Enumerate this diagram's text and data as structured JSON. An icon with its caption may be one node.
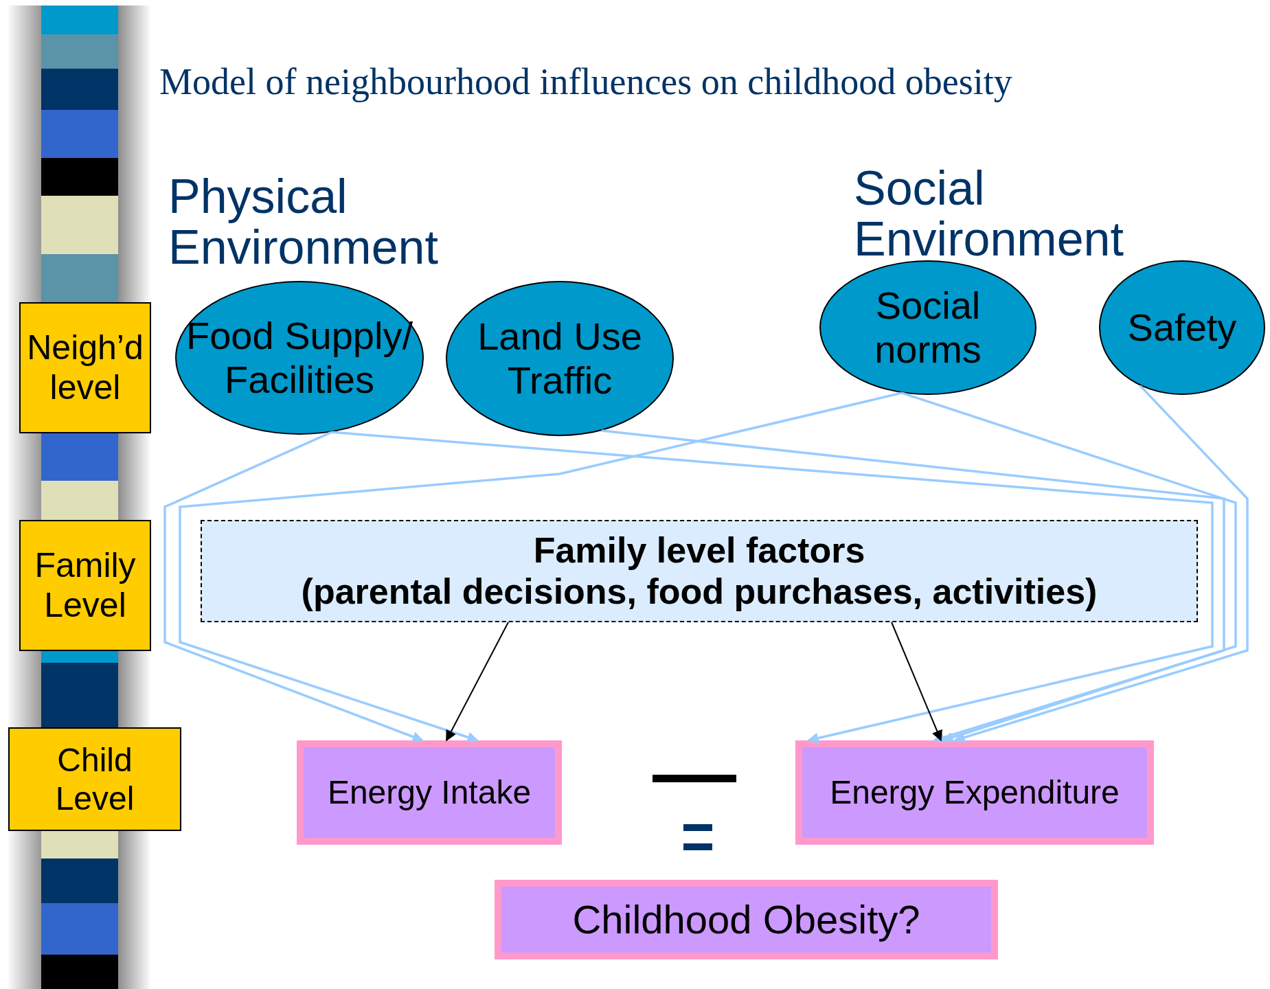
{
  "diagram": {
    "title": "Model of neighbourhood influences on childhood obesity",
    "nodes": [
      {
        "text": [
          "Neigh’d level"
        ]
      },
      {
        "text": [
          "Family Level"
        ]
      },
      {
        "text": [
          "Child Level"
        ]
      },
      {
        "text": [
          "Food Supply/ Facilities"
        ]
      },
      {
        "text": [
          "Land Use Traffic"
        ]
      },
      {
        "text": [
          "Social norms"
        ]
      },
      {
        "text": [
          "Safety"
        ]
      },
      {
        "text": [
          "Family level factors",
          "(parental decisions, food purchases, activities)"
        ]
      },
      {
        "text": [
          "Energy Intake"
        ]
      },
      {
        "text": [
          "Energy Expenditure"
        ]
      },
      {
        "text": [
          "Childhood Obesity?"
        ]
      }
    ],
    "edges": [
      {
        "from": 3,
        "to": 8,
        "arrow": "to"
      },
      {
        "from": 3,
        "to": 9,
        "arrow": "to"
      },
      {
        "from": 4,
        "to": 9,
        "arrow": "to"
      },
      {
        "from": 5,
        "to": 8,
        "arrow": "to"
      },
      {
        "from": 5,
        "to": 9,
        "arrow": "to"
      },
      {
        "from": 6,
        "to": 9,
        "arrow": "to"
      },
      {
        "from": 7,
        "to": 8,
        "arrow": "to",
        "color": "#000000"
      },
      {
        "from": 7,
        "to": 9,
        "arrow": "to",
        "color": "#000000"
      }
    ],
    "labels": [
      "Physical Environment",
      "Social Environment"
    ]
  }
}
